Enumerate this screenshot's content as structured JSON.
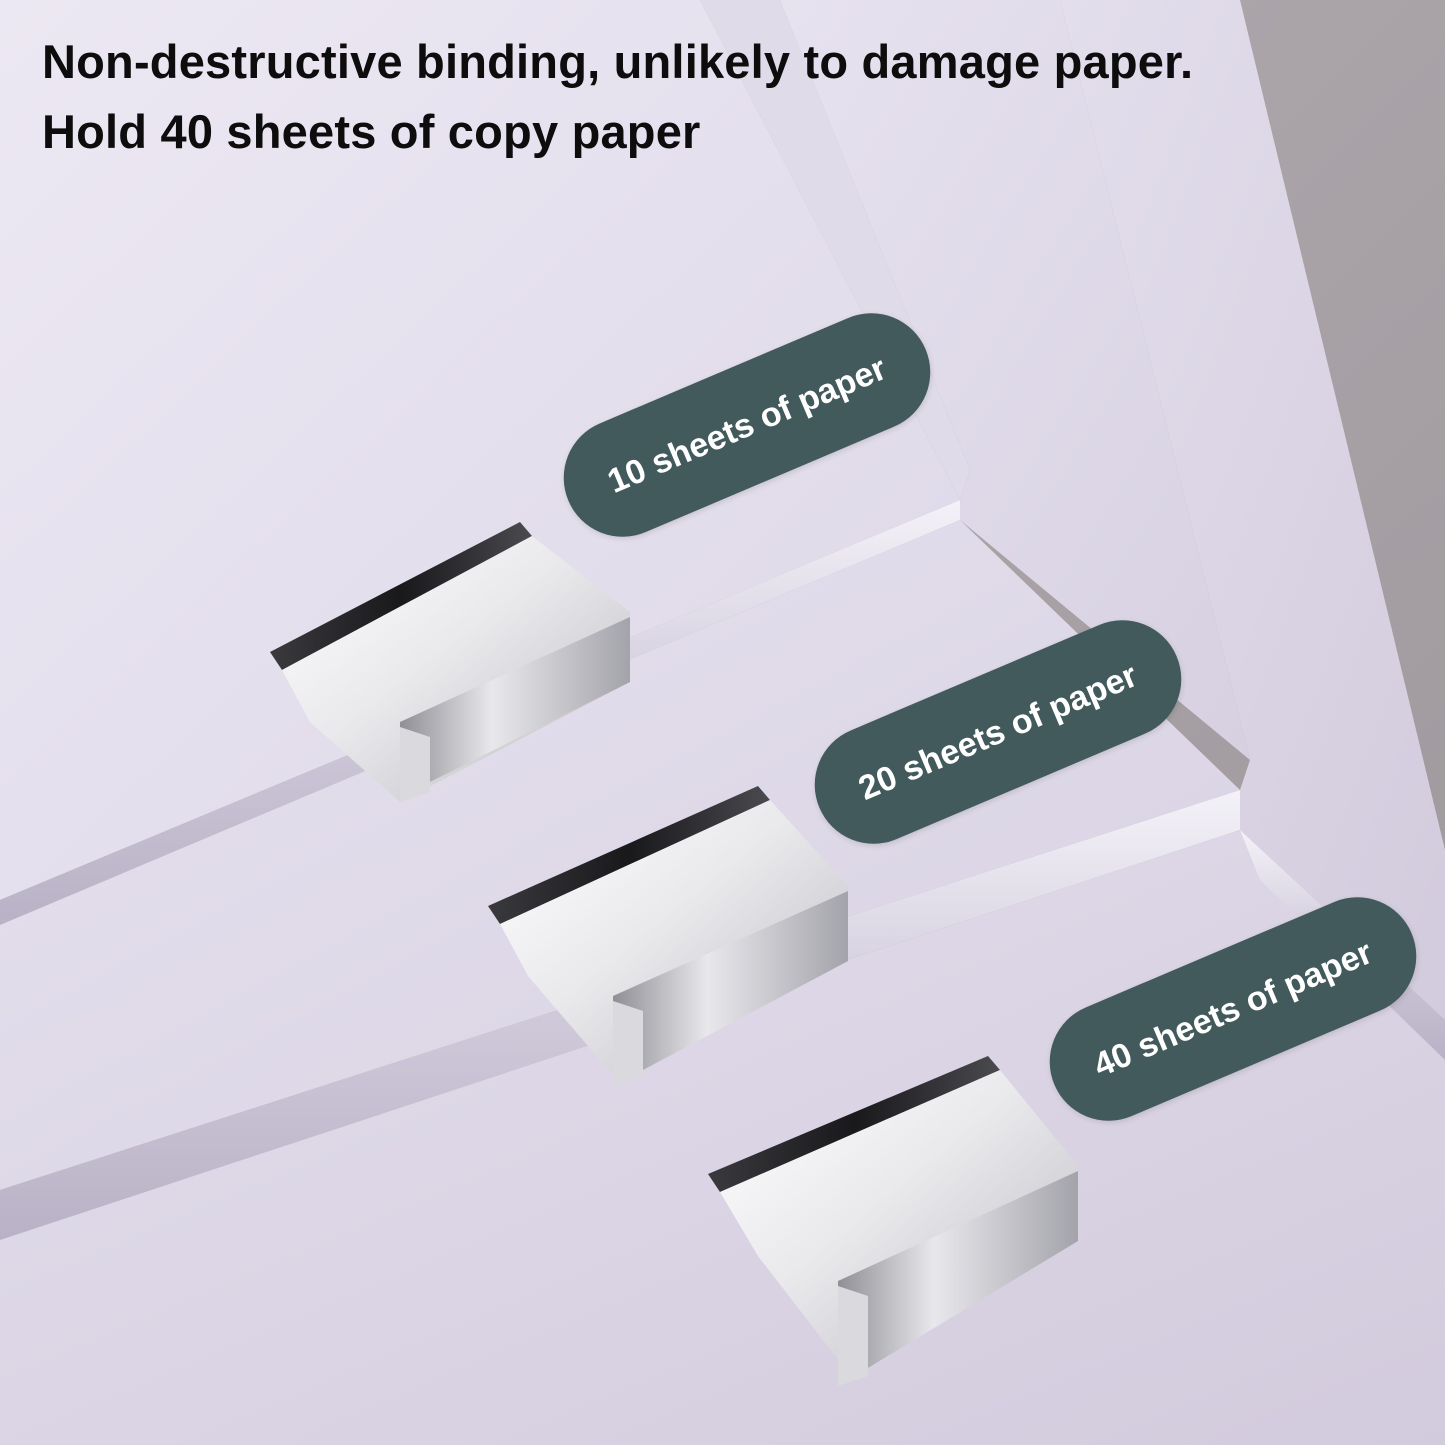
{
  "headline": {
    "line1": "Non-destructive binding, unlikely to damage paper.",
    "line2": "Hold 40 sheets of copy paper"
  },
  "labels": [
    {
      "text": "10 sheets of paper"
    },
    {
      "text": "20 sheets of paper"
    },
    {
      "text": "40 sheets of paper"
    }
  ],
  "colors": {
    "background": "#a9a3a8",
    "paper": "#e6e1ef",
    "paper_edge": "#d7d1e2",
    "label_bg": "#435a5d",
    "label_text": "#ffffff",
    "headline_text": "#0d0d0d",
    "clip_metal": "#e8e8ea",
    "clip_dark": "#2b2b2e"
  }
}
